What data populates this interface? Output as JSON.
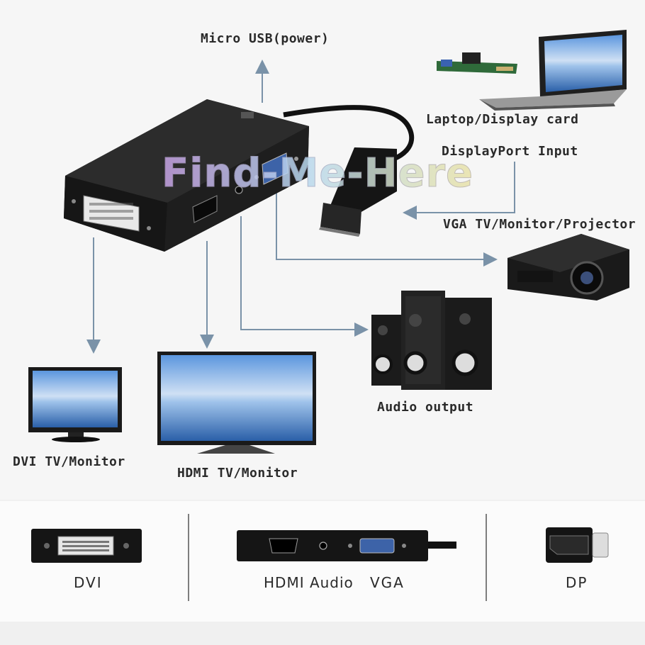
{
  "labels": {
    "micro_usb": "Micro USB(power)",
    "laptop": "Laptop/Display card",
    "dp_input": "DisplayPort Input",
    "vga": "VGA TV/Monitor/Projector",
    "audio": "Audio output",
    "dvi_monitor": "DVI TV/Monitor",
    "hdmi_monitor": "HDMI TV/Monitor"
  },
  "watermark": "Find-Me-Here",
  "bottom": {
    "dvi": "DVI",
    "hdmi_audio": "HDMI Audio",
    "vga": "VGA",
    "dp": "DP"
  },
  "colors": {
    "arrow": "#7a92a8",
    "device": "#1b1b1b",
    "screen_sky": "#4f8fd8",
    "screen_sea": "#2a5fa8"
  }
}
